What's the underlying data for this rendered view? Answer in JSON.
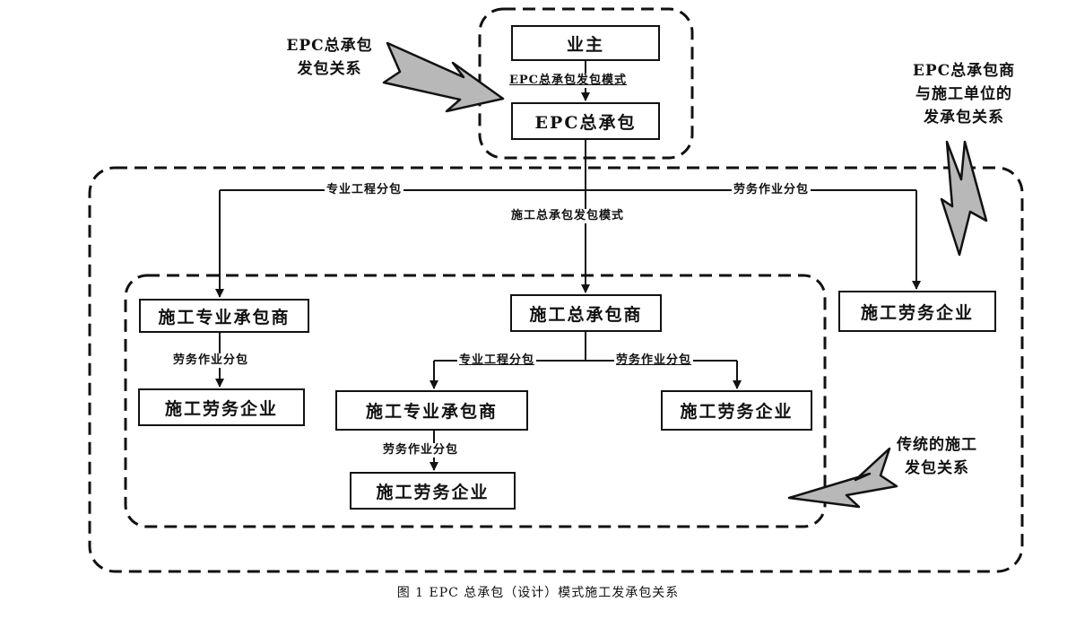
{
  "boxes": {
    "owner": "业主",
    "epc": "EPC总承包",
    "sub_left": "施工专业承包商",
    "general": "施工总承包商",
    "labor_right": "施工劳务企业",
    "labor_left": "施工劳务企业",
    "sub_mid": "施工专业承包商",
    "labor_mid_right": "施工劳务企业",
    "labor_bottom": "施工劳务企业"
  },
  "labels": {
    "epc_mode": "EPC总承包发包模式",
    "specialty_sub_top": "专业工程分包",
    "labor_sub_top": "劳务作业分包",
    "construction_mode": "施工总承包发包模式",
    "labor_sub_left": "劳务作业分包",
    "specialty_sub_mid": "专业工程分包",
    "labor_sub_mid": "劳务作业分包",
    "labor_sub_bottom": "劳务作业分包"
  },
  "notes": {
    "epc_relation": "EPC总承包\n发包关系",
    "epc_contractor_relation": "EPC总承包商\n与施工单位的\n发承包关系",
    "traditional_relation": "传统的施工\n发包关系"
  },
  "caption": "图 1 EPC 总承包（设计）模式施工发承包关系",
  "colors": {
    "line": "#111111",
    "arrow_fill": "#b8b8b8",
    "background": "#ffffff"
  }
}
